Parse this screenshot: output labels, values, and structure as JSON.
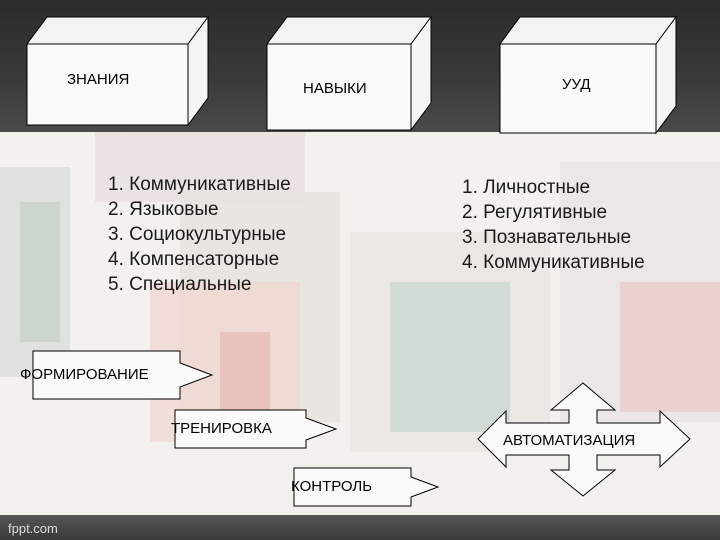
{
  "boxes": {
    "znaniya": "ЗНАНИЯ",
    "navyki": "НАВЫКИ",
    "uud": "УУД"
  },
  "lists": {
    "left": [
      "1. Коммуникативные",
      "2. Языковые",
      "3. Социокультурные",
      "4. Компенсаторные",
      "5. Специальные"
    ],
    "right": [
      "1. Личностные",
      "2. Регулятивные",
      "3. Познавательные",
      "4. Коммуникативные"
    ]
  },
  "arrows": {
    "formirovanie": "ФОРМИРОВАНИЕ",
    "trenirovka": "ТРЕНИРОВКА",
    "kontrol": "КОНТРОЛЬ",
    "avtomatizaciya": "АВТОМАТИЗАЦИЯ"
  },
  "footer": "fppt.com"
}
